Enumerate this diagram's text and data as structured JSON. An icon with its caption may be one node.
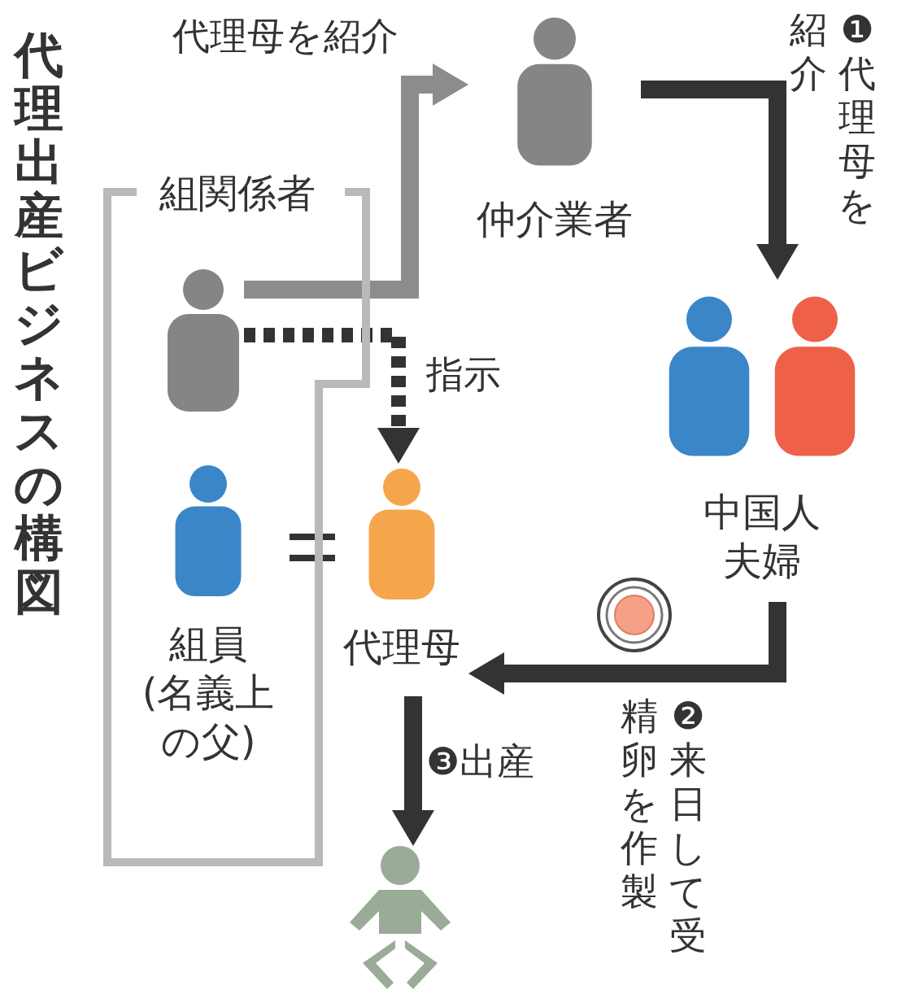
{
  "diagram": {
    "title": "代理出産ビジネスの構図",
    "nodes": [
      {
        "text": [
          "組関係者"
        ]
      },
      {
        "text": [],
        "shape": "person",
        "in": 0
      },
      {
        "text": [
          "組員",
          "(名義上の父)"
        ],
        "in": 0
      },
      {
        "text": [
          "仲介業者"
        ]
      },
      {
        "text": [
          "中国人夫婦"
        ]
      },
      {
        "text": [
          "代理母"
        ]
      },
      {
        "text": [],
        "shape": "person"
      }
    ],
    "edges": [
      {
        "from": 1,
        "to": 3,
        "arrow": "to",
        "label": "代理母を紹介",
        "color": "#8c8c8c"
      },
      {
        "from": 3,
        "to": 4,
        "arrow": "to",
        "label": "❶代理母を紹介"
      },
      {
        "from": 1,
        "to": 5,
        "arrow": "to",
        "label": "指示",
        "style": "dashed"
      },
      {
        "from": 2,
        "to": 5,
        "arrow": "none"
      },
      {
        "from": 4,
        "to": 5,
        "arrow": "to",
        "label": "❷来日して受精卵を作製"
      },
      {
        "from": 5,
        "to": 6,
        "arrow": "to",
        "label": "❸出産"
      }
    ]
  }
}
